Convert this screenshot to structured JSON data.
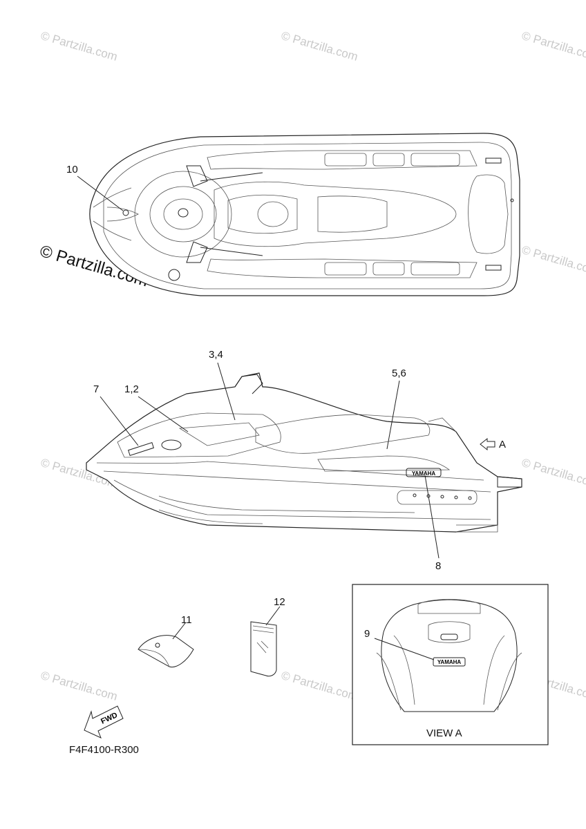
{
  "watermark": {
    "text": "© Partzilla.com"
  },
  "callouts": {
    "c10": "10",
    "c34": "3,4",
    "c12": "1,2",
    "c7": "7",
    "c56": "5,6",
    "c8": "8",
    "c11": "11",
    "c12b": "12",
    "c9": "9"
  },
  "view_marker": "A",
  "view_label": "VIEW A",
  "part_code": "F4F4100-R300",
  "fwd_text": "FWD",
  "brand_text": "YAMAHA"
}
